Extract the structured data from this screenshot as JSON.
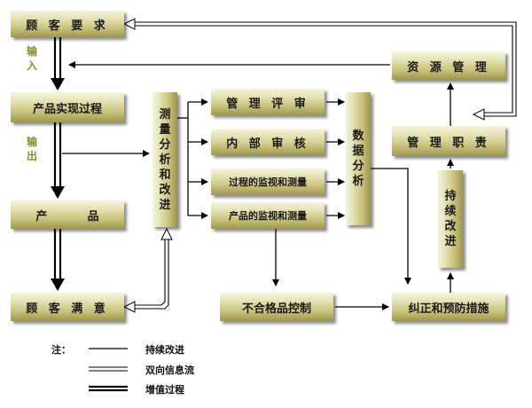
{
  "boxes": {
    "customer_req": "顾 客 要 求",
    "product_realization": "产品实现过程",
    "product": "产          品",
    "customer_satisfaction": "顾 客 满 意",
    "resource_mgmt": "资 源 管 理",
    "mgmt_review": "管 理 评 审",
    "internal_audit": "内 部 审 核",
    "process_monitor": "过程的监视和测量",
    "product_monitor": "产品的监视和测量",
    "nonconforming_control": "不合格品控制",
    "mgmt_responsibility": "管 理 职 责",
    "corrective_preventive": "纠正和预防措施"
  },
  "vertical_boxes": {
    "measurement_analysis": [
      "测",
      "量",
      "分",
      "析",
      "和",
      "改",
      "进"
    ],
    "data_analysis": [
      "数",
      "据",
      "分",
      "析"
    ],
    "continual_improvement": [
      "持",
      "续",
      "改",
      "进"
    ]
  },
  "flow_labels": {
    "input": [
      "输",
      "入"
    ],
    "output": [
      "输",
      "出"
    ]
  },
  "legend": {
    "title": "注：",
    "single": "持续改进",
    "double": "双向信息流",
    "thick": "增值过程"
  },
  "colors": {
    "box_light": "#f4f4dc",
    "box_dark": "#9d9650",
    "label_olive": "#8a8a2a",
    "line": "#000000"
  }
}
